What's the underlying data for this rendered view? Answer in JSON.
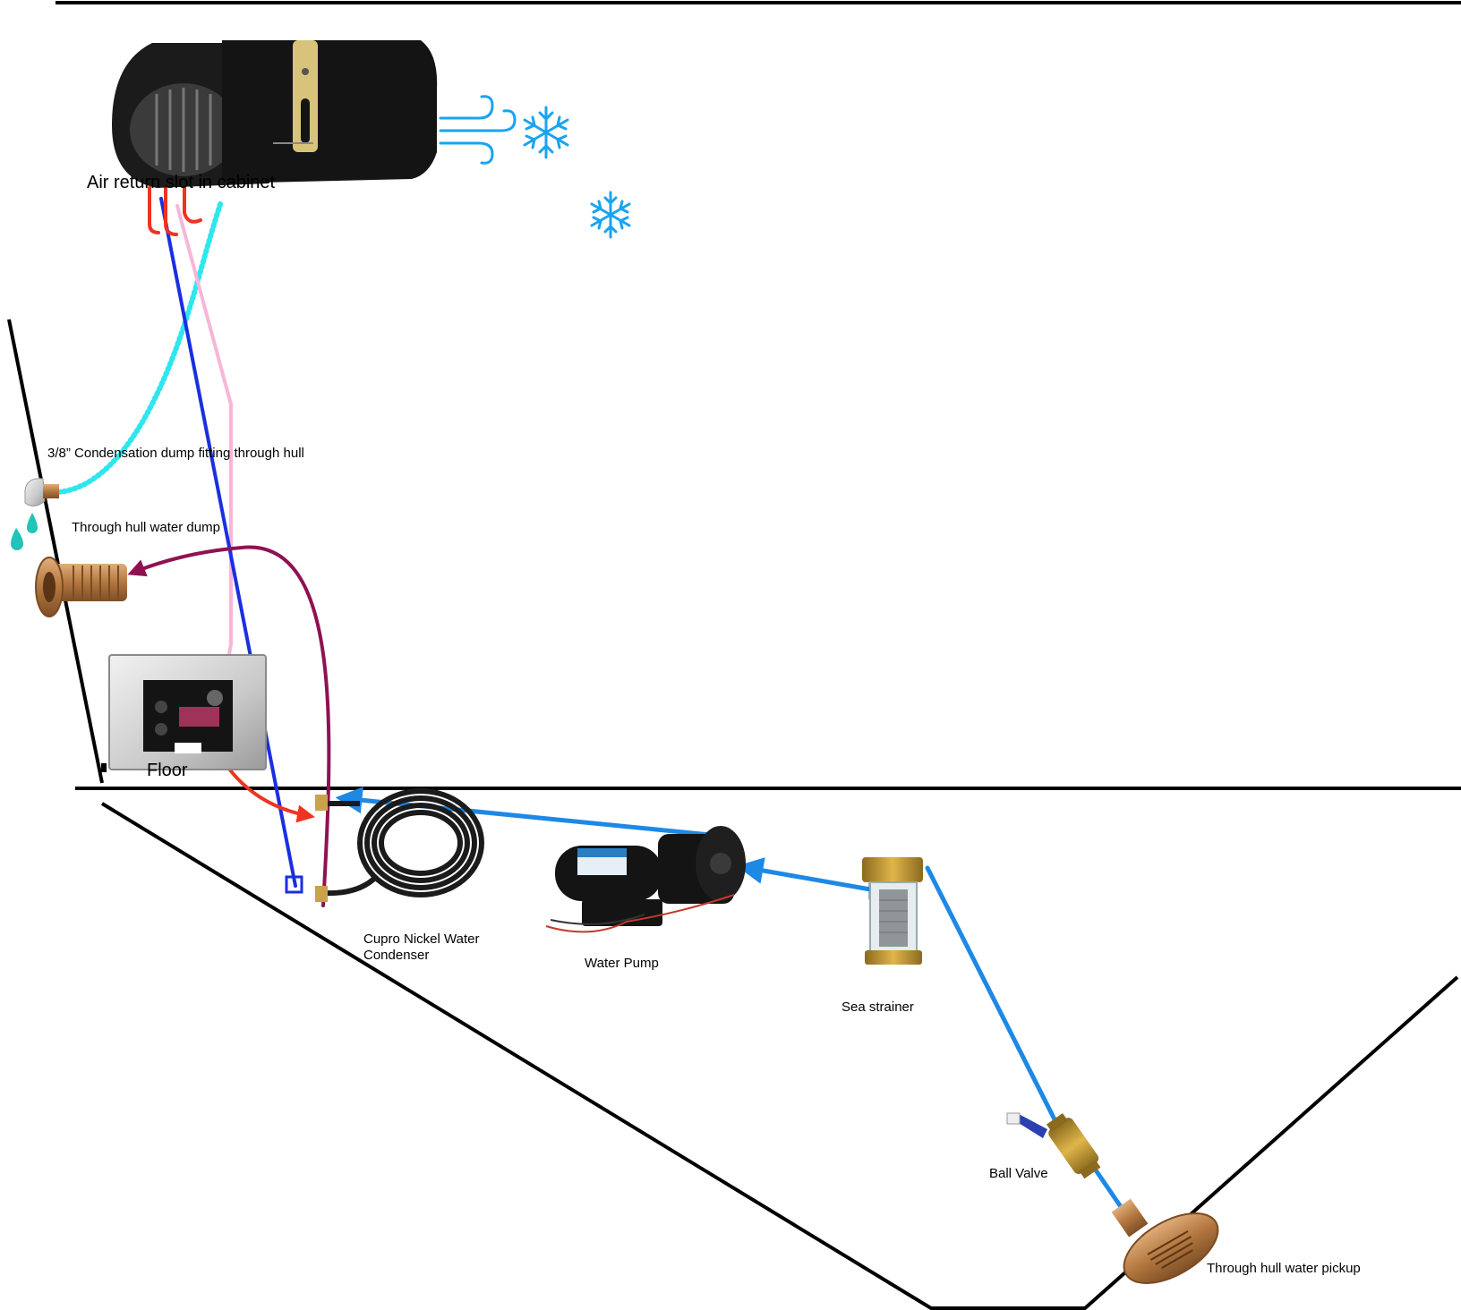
{
  "labels": {
    "air_return": "Air return slot in cabinet",
    "condensation_dump": "3/8” Condensation dump fitting through hull",
    "through_hull_dump": "Through hull water dump",
    "floor": "Floor",
    "condenser_line1": "Cupro Nickel Water",
    "condenser_line2": "Condenser",
    "water_pump": "Water Pump",
    "sea_strainer": "Sea strainer",
    "ball_valve": "Ball Valve",
    "through_hull_pickup": "Through hull water pickup"
  },
  "icons": {
    "air_flow": "wind-icon",
    "cold_1": "snowflake-icon",
    "cold_2": "snowflake-icon",
    "water_drops": "water-drop-icon"
  },
  "colors": {
    "hull": "#000000",
    "raw_water_line": "#1e88e5",
    "refrigerant_blue": "#1a2fe0",
    "refrigerant_pink": "#f7b6d9",
    "refrigerant_red": "#ee3322",
    "discharge_line": "#8e1251",
    "condensate_line": "#2ee6ee",
    "snowflake": "#1aa3f0",
    "bronze": "#b3773f"
  }
}
